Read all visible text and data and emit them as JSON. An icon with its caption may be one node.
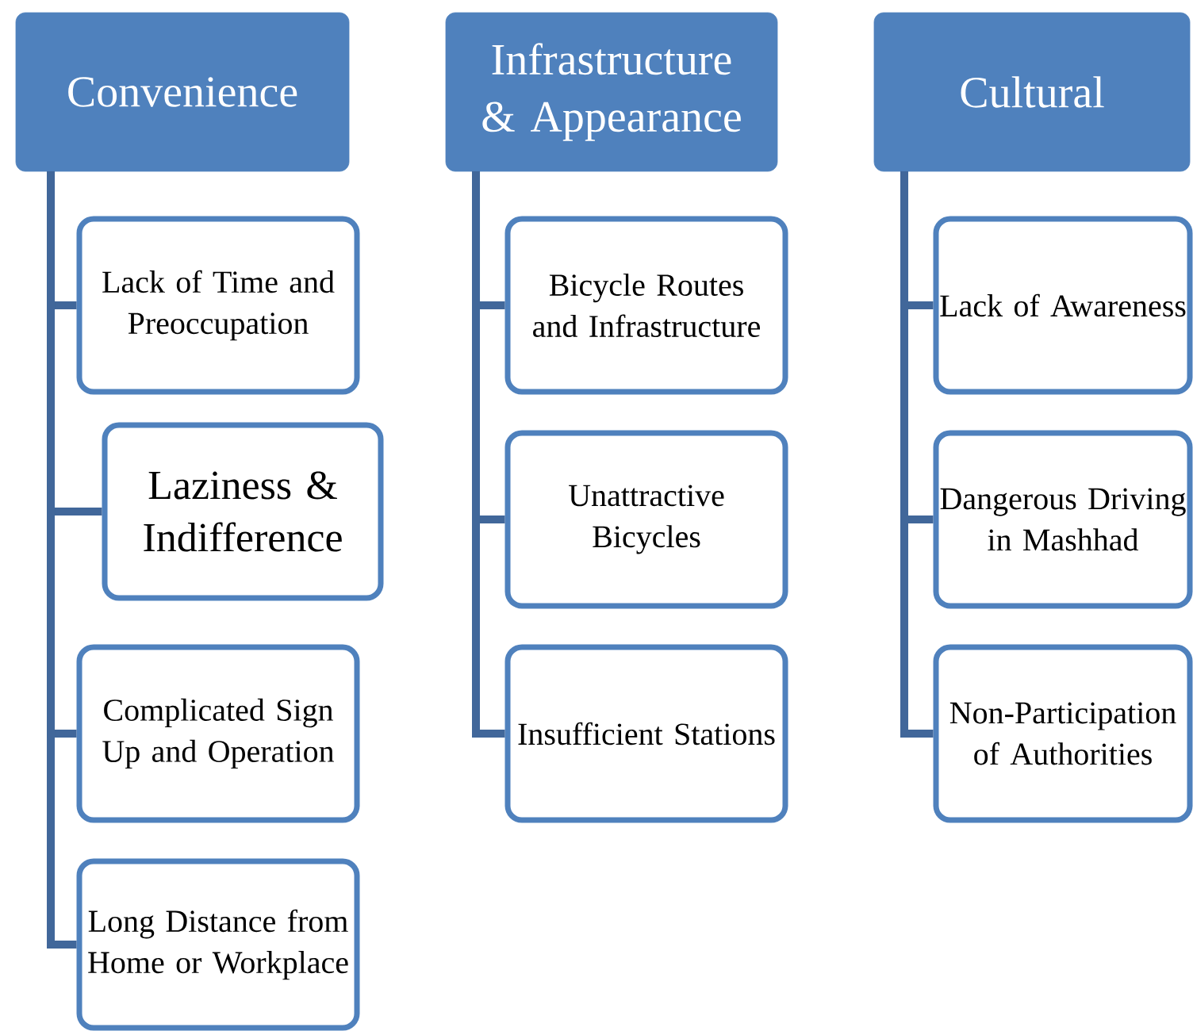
{
  "diagram": {
    "nodes": [
      {
        "text": [
          "Convenience"
        ]
      },
      {
        "text": [
          "Lack of Time and Preoccupation"
        ]
      },
      {
        "text": [
          "Laziness & Indifference"
        ]
      },
      {
        "text": [
          "Complicated Sign Up and Operation"
        ]
      },
      {
        "text": [
          "Long Distance from Home or Workplace"
        ]
      },
      {
        "text": [
          "Infrastructure & Appearance"
        ]
      },
      {
        "text": [
          "Bicycle Routes and Infrastructure"
        ]
      },
      {
        "text": [
          "Unattractive Bicycles"
        ]
      },
      {
        "text": [
          "Insufficient Stations"
        ]
      },
      {
        "text": [
          "Cultural"
        ]
      },
      {
        "text": [
          "Lack of Awareness"
        ]
      },
      {
        "text": [
          "Dangerous Driving in Mashhad"
        ]
      },
      {
        "text": [
          "Non-Participation of Authorities"
        ]
      }
    ],
    "edges": [
      {
        "from": 0,
        "to": 1,
        "arrow": "none"
      },
      {
        "from": 0,
        "to": 2,
        "arrow": "none"
      },
      {
        "from": 0,
        "to": 3,
        "arrow": "none"
      },
      {
        "from": 0,
        "to": 4,
        "arrow": "none"
      },
      {
        "from": 5,
        "to": 6,
        "arrow": "none"
      },
      {
        "from": 5,
        "to": 7,
        "arrow": "none"
      },
      {
        "from": 5,
        "to": 8,
        "arrow": "none"
      },
      {
        "from": 9,
        "to": 10,
        "arrow": "none"
      },
      {
        "from": 9,
        "to": 11,
        "arrow": "none"
      },
      {
        "from": 9,
        "to": 12,
        "arrow": "none"
      }
    ]
  }
}
